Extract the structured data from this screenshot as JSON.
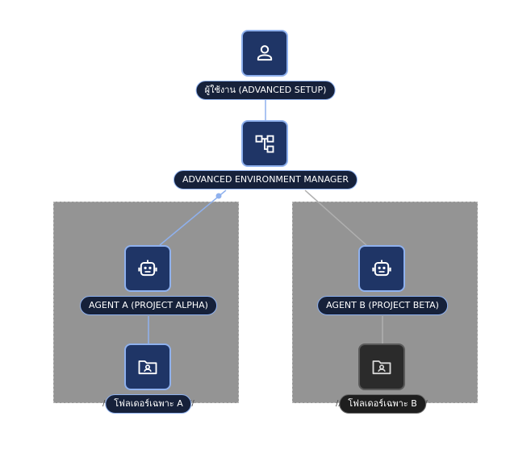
{
  "nodes": {
    "user": {
      "label": "ผู้ใช้งาน (ADVANCED SETUP)",
      "icon": "user-icon"
    },
    "manager": {
      "label": "ADVANCED ENVIRONMENT MANAGER",
      "icon": "hierarchy-icon"
    },
    "agent_a": {
      "label": "AGENT A (PROJECT ALPHA)",
      "icon": "robot-icon"
    },
    "agent_b": {
      "label": "AGENT B (PROJECT BETA)",
      "icon": "robot-icon"
    },
    "folder_a": {
      "label": "โฟลเดอร์เฉพาะ A",
      "icon": "user-folder-icon"
    },
    "folder_b": {
      "label": "โฟลเดอร์เฉพาะ B",
      "icon": "user-folder-icon"
    }
  },
  "colors": {
    "node_fill": "#1f3566",
    "node_border": "#8fb1ee",
    "inactive_fill": "#2b2b2b",
    "group_fill": "#949494",
    "edge_active": "#8fb1ee",
    "edge_inactive": "#b0b0b0"
  }
}
